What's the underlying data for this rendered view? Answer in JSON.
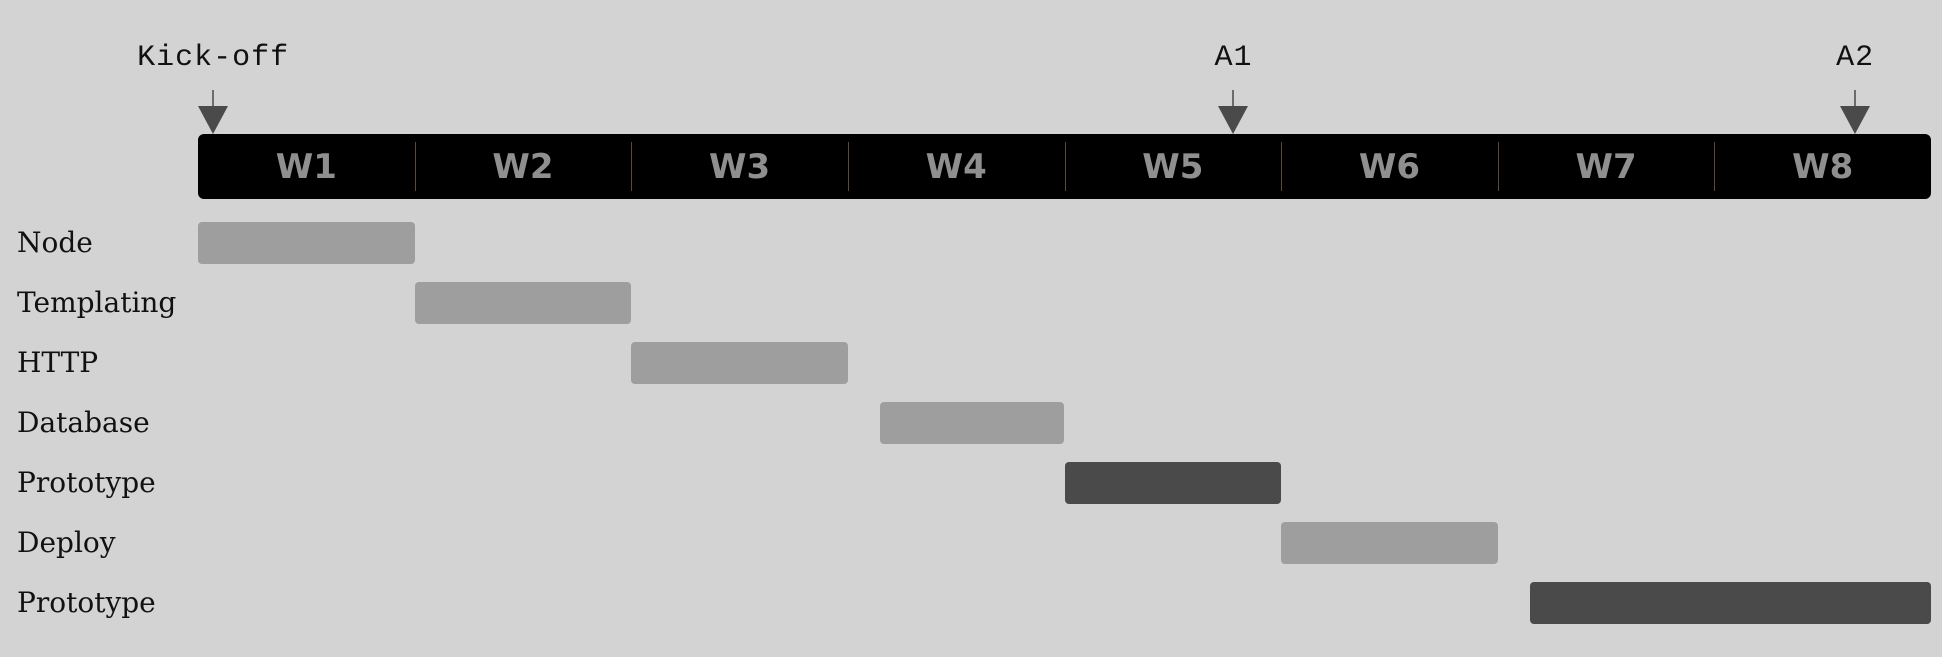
{
  "milestones": [
    {
      "label": "Kick-off",
      "week": 0.07
    },
    {
      "label": "A1",
      "week": 4.78
    },
    {
      "label": "A2",
      "week": 7.65
    }
  ],
  "weeks": [
    "W1",
    "W2",
    "W3",
    "W4",
    "W5",
    "W6",
    "W7",
    "W8"
  ],
  "tasks": [
    {
      "label": "Node",
      "start": 0.0,
      "end": 1.0,
      "color": "#9e9e9e"
    },
    {
      "label": "Templating",
      "start": 1.0,
      "end": 2.0,
      "color": "#9e9e9e"
    },
    {
      "label": "HTTP",
      "start": 2.0,
      "end": 3.0,
      "color": "#9e9e9e"
    },
    {
      "label": "Database",
      "start": 3.15,
      "end": 4.0,
      "color": "#9e9e9e"
    },
    {
      "label": "Prototype",
      "start": 4.0,
      "end": 5.0,
      "color": "#4a4a4a"
    },
    {
      "label": "Deploy",
      "start": 5.0,
      "end": 6.0,
      "color": "#9e9e9e"
    },
    {
      "label": "Prototype",
      "start": 6.15,
      "end": 8.0,
      "color": "#4a4a4a"
    }
  ],
  "colors": {
    "background": "#d3d3d3",
    "week_bar": "#000000",
    "week_text": "#8f8f8f",
    "arrow": "#4a4a4a"
  }
}
